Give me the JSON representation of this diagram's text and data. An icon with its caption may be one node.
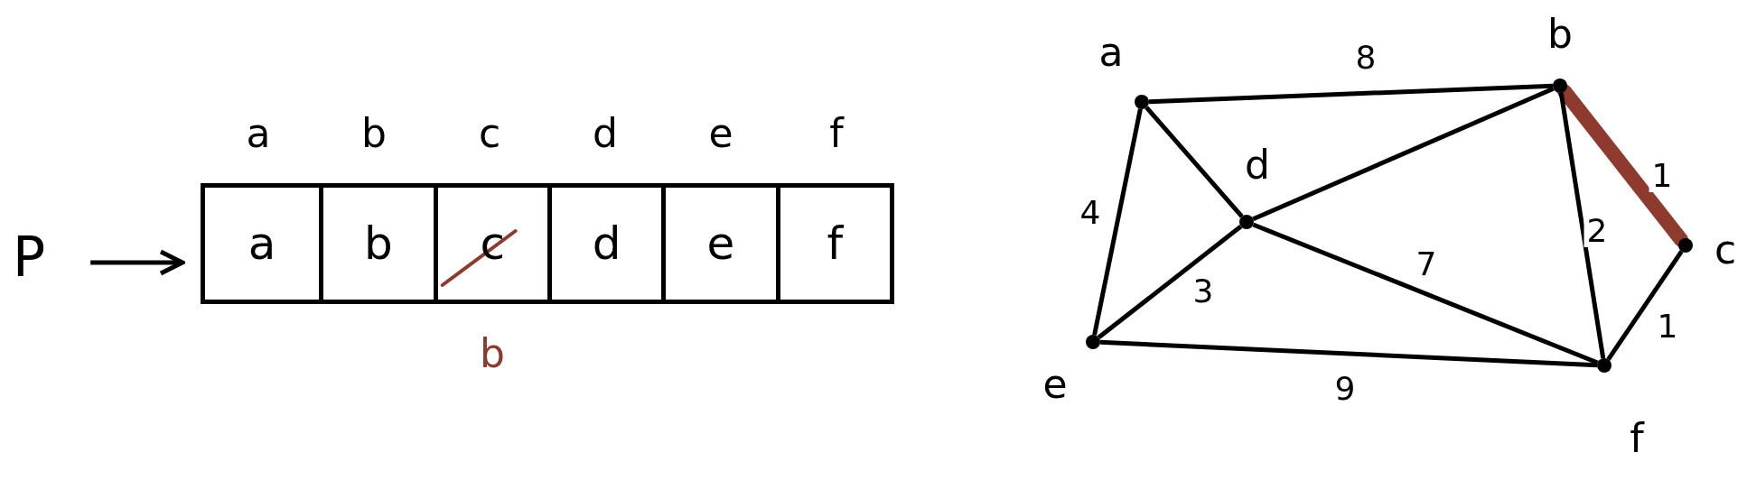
{
  "diagram": {
    "nodes": [
      {
        "text": [
          "P"
        ]
      },
      {
        "text": [],
        "shape": "box"
      },
      {
        "text": [
          "a"
        ],
        "in": 1
      },
      {
        "text": [
          "b"
        ],
        "in": 1
      },
      {
        "text": [
          "c"
        ],
        "in": 1,
        "beside": [
          "b"
        ]
      },
      {
        "text": [
          "d"
        ],
        "in": 1
      },
      {
        "text": [
          "e"
        ],
        "in": 1
      },
      {
        "text": [
          "f"
        ],
        "in": 1
      },
      {
        "text": [],
        "shape": "circle",
        "beside": [
          "a"
        ]
      },
      {
        "text": [],
        "shape": "circle",
        "beside": [
          "b"
        ]
      },
      {
        "text": [],
        "shape": "circle",
        "beside": [
          "c"
        ]
      },
      {
        "text": [],
        "shape": "circle",
        "beside": [
          "d"
        ]
      },
      {
        "text": [],
        "shape": "circle",
        "beside": [
          "e"
        ]
      },
      {
        "text": [],
        "shape": "circle",
        "beside": [
          "f"
        ]
      }
    ],
    "edges": [
      {
        "from": 0,
        "to": 1,
        "arrow": "to"
      },
      {
        "from": 8,
        "to": 9,
        "arrow": "none",
        "label": "8"
      },
      {
        "from": 8,
        "to": 11,
        "arrow": "none"
      },
      {
        "from": 8,
        "to": 12,
        "arrow": "none",
        "label": "4"
      },
      {
        "from": 11,
        "to": 9,
        "arrow": "none"
      },
      {
        "from": 11,
        "to": 12,
        "arrow": "none",
        "label": "3"
      },
      {
        "from": 11,
        "to": 13,
        "arrow": "none",
        "label": "7"
      },
      {
        "from": 9,
        "to": 10,
        "arrow": "none",
        "label": "1",
        "style": "thick",
        "color": "#8e3a2e"
      },
      {
        "from": 9,
        "to": 13,
        "arrow": "none",
        "label": "2"
      },
      {
        "from": 10,
        "to": 13,
        "arrow": "none",
        "label": "1"
      },
      {
        "from": 12,
        "to": 13,
        "arrow": "none",
        "label": "9"
      }
    ],
    "labels": [
      "a",
      "b",
      "c",
      "d",
      "e",
      "f"
    ]
  }
}
